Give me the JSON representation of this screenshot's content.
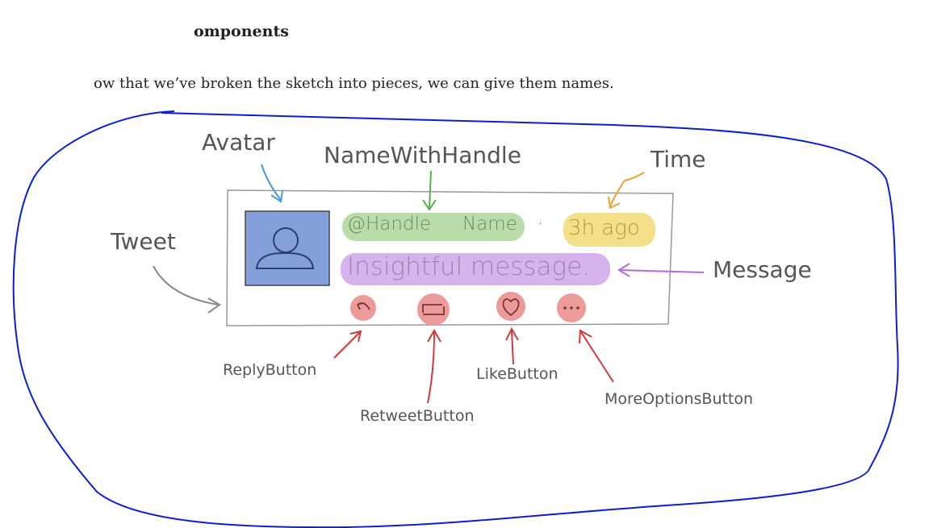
{
  "page": {
    "heading": "omponents",
    "paragraph": "ow that we’ve broken the sketch into pieces, we can give them names."
  },
  "diagram": {
    "labels": {
      "avatar": "Avatar",
      "name_with_handle": "NameWithHandle",
      "time": "Time",
      "tweet": "Tweet",
      "message": "Message",
      "reply_button": "ReplyButton",
      "retweet_button": "RetweetButton",
      "like_button": "LikeButton",
      "more_options_button": "MoreOptionsButton"
    },
    "sketch": {
      "handle": "@Handle",
      "name": "Name",
      "separator": "·",
      "time": "3h ago",
      "message": "Insightful message."
    },
    "colors": {
      "avatar": "#6d8fd4",
      "name_with_handle": "#b9dcaa",
      "time": "#f5e08a",
      "message": "#d6b3ef",
      "buttons": "#ec9a9a",
      "arrow_avatar": "#4a9ad4",
      "arrow_name": "#55b24a",
      "arrow_time": "#f0a030",
      "arrow_message": "#b46ae0",
      "arrow_buttons": "#d03a3a",
      "arrow_tweet": "#888888",
      "lasso": "#0a1fd0"
    }
  }
}
